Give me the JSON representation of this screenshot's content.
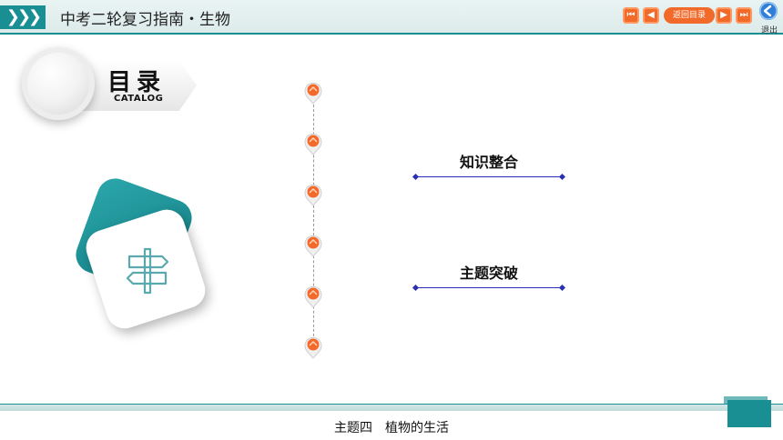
{
  "header": {
    "chevrons": "❯❯❯",
    "title": "中考二轮复习指南・生物",
    "nav_first": "⏮",
    "nav_prev": "◀",
    "return_label": "返回目录",
    "nav_next": "▶",
    "nav_last": "⏭",
    "exit_label": "退出"
  },
  "catalog": {
    "title": "目录",
    "subtitle": "CATALOG"
  },
  "menu": {
    "items": [
      {
        "label": "知识整合"
      },
      {
        "label": "主题突破"
      }
    ]
  },
  "footer": {
    "text": "主题四　植物的生活"
  },
  "colors": {
    "teal": "#1a8f93",
    "orange": "#f26a2a",
    "line_blue": "#2b2fb3"
  }
}
